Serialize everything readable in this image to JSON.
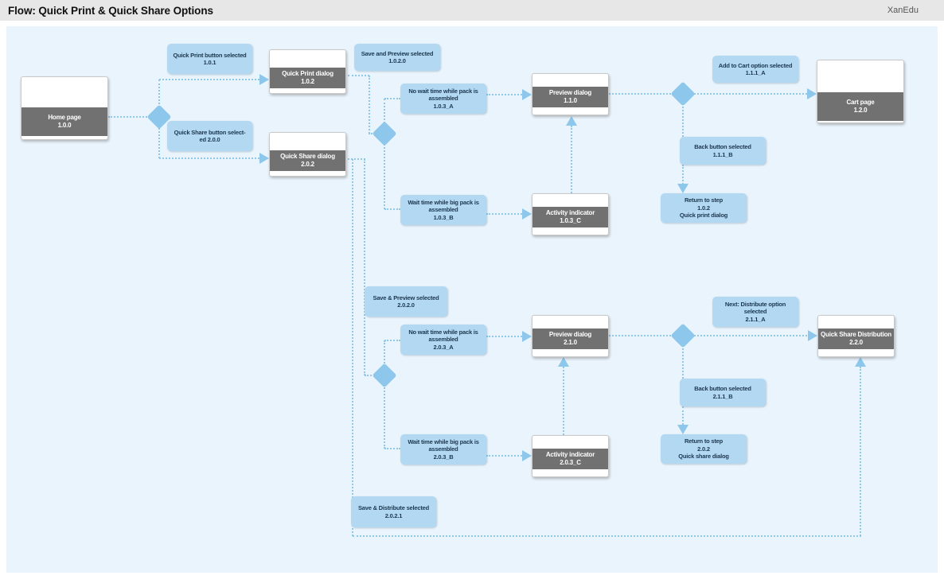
{
  "header": {
    "title": "Flow: Quick Print & Quick Share Options",
    "brand": "XanEdu"
  },
  "colors": {
    "canvas": "#eaf4fc",
    "header_bg": "#e7e7e7",
    "label_fill": "#b3d8f1",
    "label_text": "#1c3850",
    "band_fill": "#717171",
    "band_text": "#ffffff",
    "line": "#90c8ea",
    "shape": "#8dc7ec"
  },
  "screens": [
    {
      "name": "Home page",
      "code": "1.0.0"
    },
    {
      "name": "Quick Print dialog",
      "code": "1.0.2"
    },
    {
      "name": "Quick Share dialog",
      "code": "2.0.2"
    },
    {
      "name": "Preview dialog",
      "code": "1.1.0"
    },
    {
      "name": "Activity indicator",
      "code": "1.0.3_C"
    },
    {
      "name": "Cart page",
      "code": "1.2.0"
    },
    {
      "name": "Preview dialog",
      "code": "2.1.0"
    },
    {
      "name": "Activity indicator",
      "code": "2.0.3_C"
    },
    {
      "name": "Quick Share Distribution",
      "code": "2.2.0"
    }
  ],
  "labels": [
    {
      "text": "Quick Print button selected\n1.0.1"
    },
    {
      "text": "Quick Share button select-\ned 2.0.0"
    },
    {
      "text": "Save and Preview selected\n1.0.2.0"
    },
    {
      "text": "No wait time while pack is\nassembled\n1.0.3_A"
    },
    {
      "text": "Wait time while big pack is\nassembled\n1.0.3_B"
    },
    {
      "text": "Add to Cart option selected\n1.1.1_A"
    },
    {
      "text": "Back button selected\n1.1.1_B"
    },
    {
      "text": "Return to step\n1.0.2\nQuick print dialog"
    },
    {
      "text": "Save & Preview selected\n2.0.2.0"
    },
    {
      "text": "No wait time while pack is\nassembled\n2.0.3_A"
    },
    {
      "text": "Next: Distribute option\nselected\n2.1.1_A"
    },
    {
      "text": "Back button selected\n2.1.1_B"
    },
    {
      "text": "Wait time while big pack is\nassembled\n2.0.3_B"
    },
    {
      "text": "Return to step\n2.0.2\nQuick share dialog"
    },
    {
      "text": "Save & Distribute selected\n2.0.2.1"
    }
  ]
}
